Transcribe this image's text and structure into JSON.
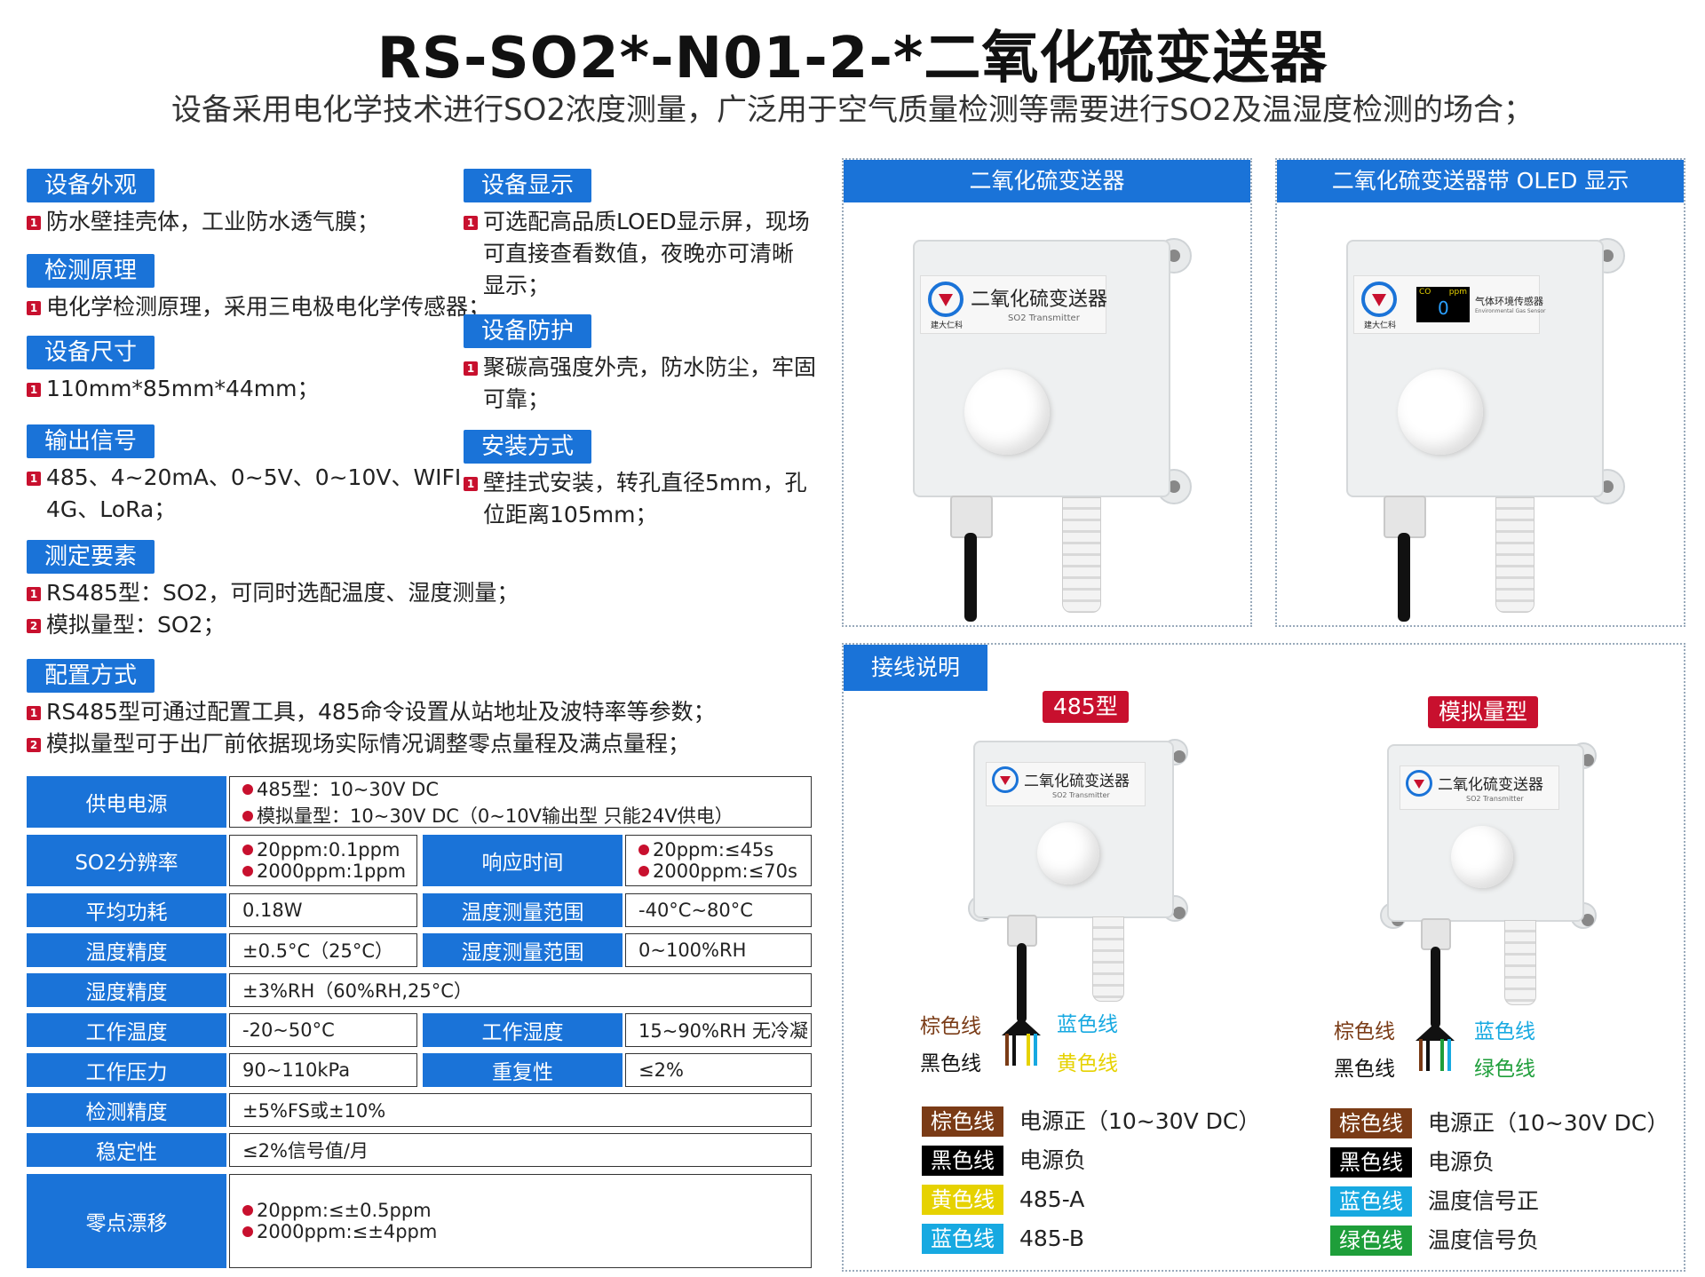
{
  "header": {
    "title": "RS-SO2*-N01-2-*二氧化硫变送器",
    "subtitle": "设备采用电化学技术进行SO2浓度测量，广泛用于空气质量检测等需要进行SO2及温湿度检测的场合；"
  },
  "left_sections": {
    "appearance": {
      "tag": "设备外观",
      "items": [
        "防水壁挂壳体，工业防水透气膜；"
      ]
    },
    "principle": {
      "tag": "检测原理",
      "items": [
        "电化学检测原理，采用三电极电化学传感器；"
      ]
    },
    "size": {
      "tag": "设备尺寸",
      "items": [
        "110mm*85mm*44mm；"
      ]
    },
    "output": {
      "tag": "输出信号",
      "items": [
        "485、4~20mA、0~5V、0~10V、WIFI",
        "4G、LoRa；"
      ]
    },
    "elements": {
      "tag": "测定要素",
      "items": [
        "RS485型：SO2，可同时选配温度、湿度测量；",
        "模拟量型：SO2；"
      ]
    },
    "config": {
      "tag": "配置方式",
      "items": [
        "RS485型可通过配置工具，485命令设置从站地址及波特率等参数；",
        "模拟量型可于出厂前依据现场实际情况调整零点量程及满点量程；"
      ]
    },
    "display": {
      "tag": "设备显示",
      "items": [
        "可选配高品质LOED显示屏，现场",
        "可直接查看数值，夜晚亦可清晰",
        "显示；"
      ]
    },
    "protection": {
      "tag": "设备防护",
      "items": [
        "聚碳高强度外壳，防水防尘，牢固",
        "可靠；"
      ]
    },
    "mount": {
      "tag": "安装方式",
      "items": [
        "壁挂式安装，转孔直径5mm，孔",
        "位距离105mm；"
      ]
    }
  },
  "num_marks": [
    "1",
    "2"
  ],
  "specs": {
    "power_label": "供电电源",
    "power_values": [
      "485型：10~30V DC",
      "模拟量型：10~30V DC（0~10V输出型 只能24V供电）"
    ],
    "resolution_label": "SO2分辨率",
    "resolution_values": [
      "20ppm:0.1ppm",
      "2000ppm:1ppm"
    ],
    "response_label": "响应时间",
    "response_values": [
      "20ppm:≤45s",
      "2000ppm:≤70s"
    ],
    "power_avg_label": "平均功耗",
    "power_avg_value": "0.18W",
    "temp_range_label": "温度测量范围",
    "temp_range_value": "-40°C~80°C",
    "temp_acc_label": "温度精度",
    "temp_acc_value": "±0.5°C（25°C）",
    "hum_range_label": "湿度测量范围",
    "hum_range_value": "0~100%RH",
    "hum_acc_label": "湿度精度",
    "hum_acc_value": "±3%RH（60%RH,25°C）",
    "work_temp_label": "工作温度",
    "work_temp_value": "-20~50°C",
    "work_hum_label": "工作湿度",
    "work_hum_value": "15~90%RH 无冷凝",
    "pressure_label": "工作压力",
    "pressure_value": "90~110kPa",
    "repeat_label": "重复性",
    "repeat_value": "≤2%",
    "accuracy_label": "检测精度",
    "accuracy_value": "±5%FS或±10%",
    "stability_label": "稳定性",
    "stability_value": "≤2%信号值/月",
    "drift_label": "零点漂移",
    "drift_values": [
      "20ppm:≤±0.5ppm",
      "2000ppm:≤±4ppm"
    ]
  },
  "products": {
    "card1_title": "二氧化硫变送器",
    "card2_title": "二氧化硫变送器带 OLED 显示",
    "plate_name": "二氧化硫变送器",
    "plate_sub": "SO2 Transmitter",
    "brand": "建大仁科",
    "oled_unit_left": "CO",
    "oled_unit_right": "ppm",
    "oled_value": "0",
    "oled_name": "气体环境传感器",
    "oled_sub": "Environmental Gas Sensor"
  },
  "wiring": {
    "title": "接线说明",
    "type485": "485型",
    "type_analog": "模拟量型",
    "wire485": {
      "brown": "棕色线",
      "blue": "蓝色线",
      "black": "黑色线",
      "yellow": "黄色线"
    },
    "wireAnalog": {
      "brown": "棕色线",
      "blue": "蓝色线",
      "black": "黑色线",
      "green": "绿色线"
    },
    "legend485": [
      {
        "chip": "棕色线",
        "text": "电源正（10~30V DC）",
        "color": "#7a3b16"
      },
      {
        "chip": "黑色线",
        "text": "电源负",
        "color": "#000000"
      },
      {
        "chip": "黄色线",
        "text": "485-A",
        "color": "#e6d200"
      },
      {
        "chip": "蓝色线",
        "text": "485-B",
        "color": "#17a9e1"
      }
    ],
    "legendAnalog": [
      {
        "chip": "棕色线",
        "text": "电源正（10~30V DC）",
        "color": "#7a3b16"
      },
      {
        "chip": "黑色线",
        "text": "电源负",
        "color": "#000000"
      },
      {
        "chip": "蓝色线",
        "text": "温度信号正",
        "color": "#17a9e1"
      },
      {
        "chip": "绿色线",
        "text": "温度信号负",
        "color": "#1e9e3a"
      }
    ]
  },
  "colors": {
    "accent": "#1a73d8",
    "red": "#c8102e"
  }
}
